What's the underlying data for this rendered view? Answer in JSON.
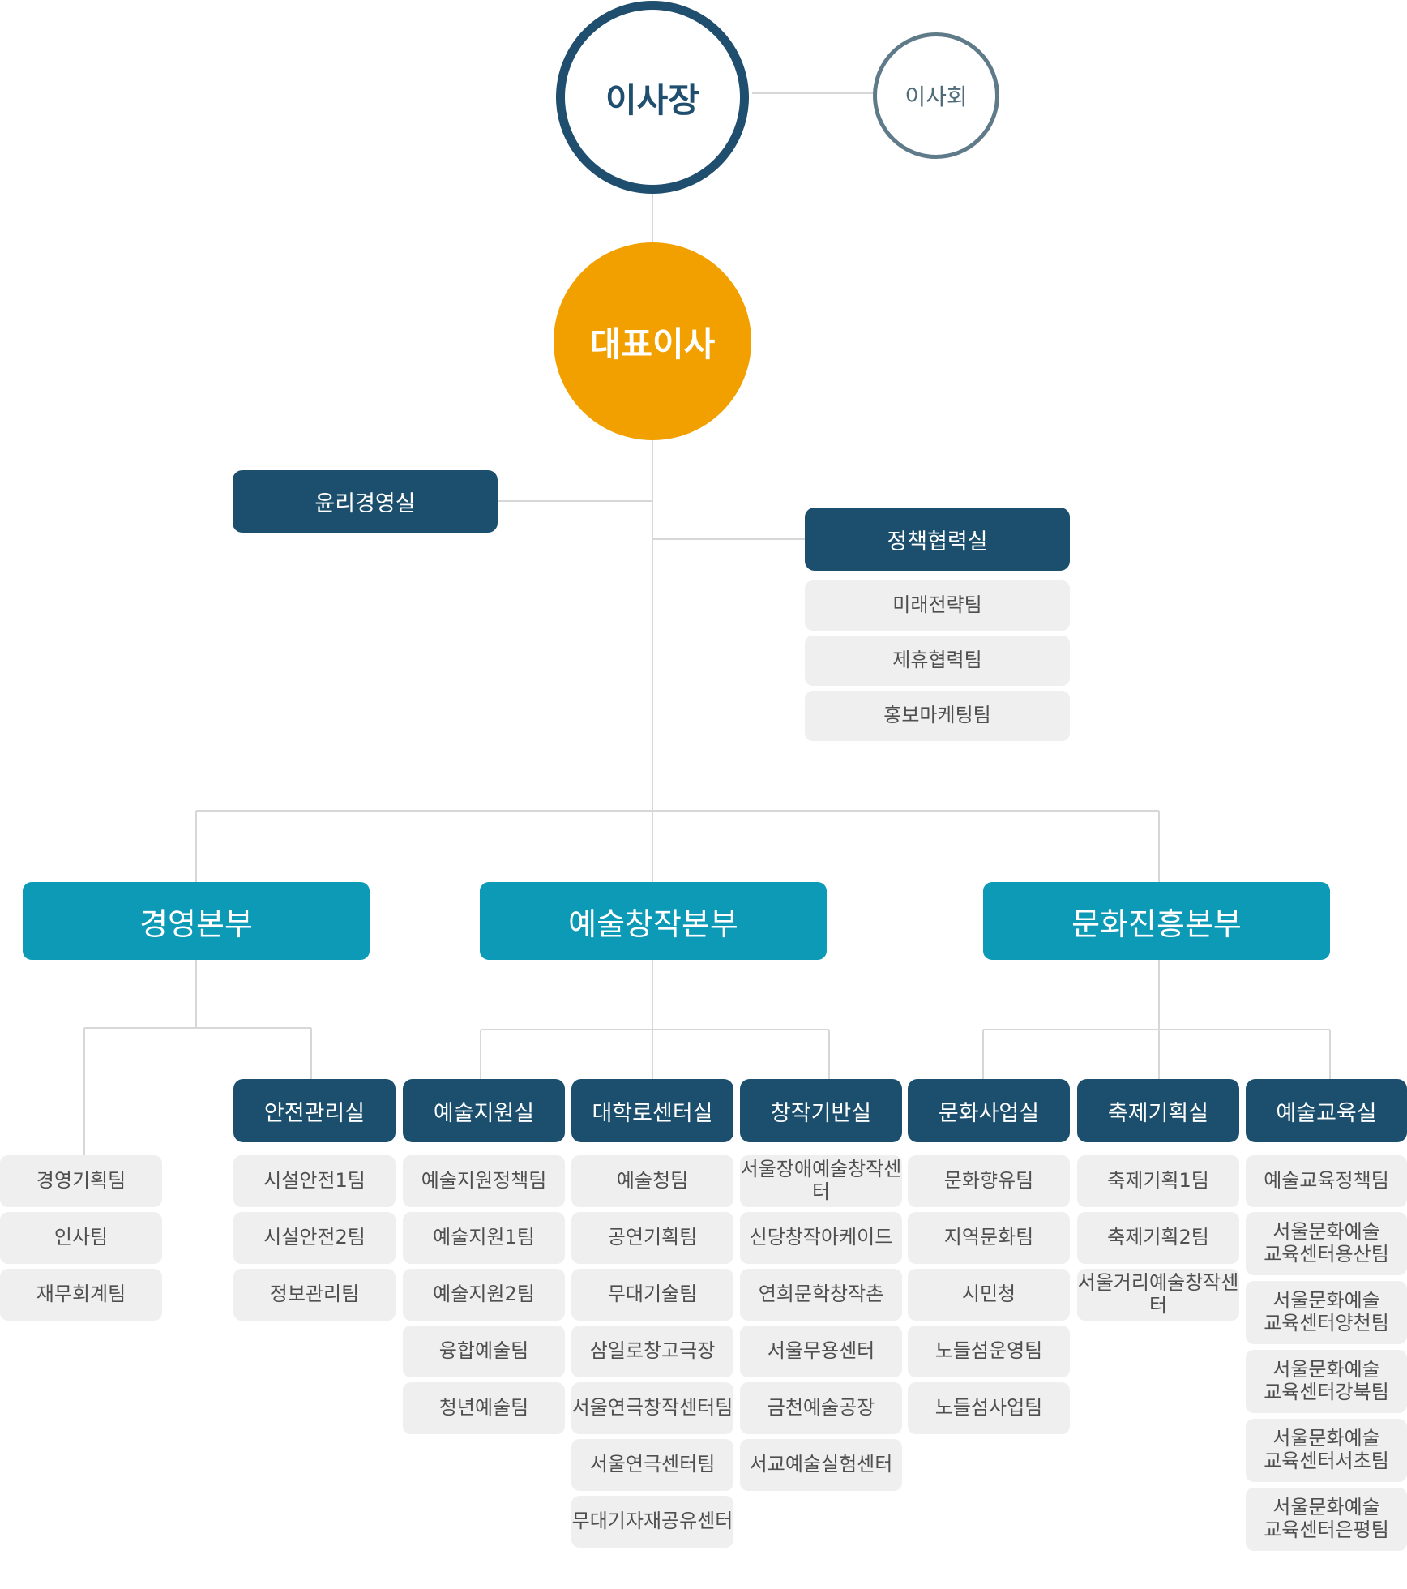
{
  "top": {
    "chair": "이사장",
    "board": "이사회",
    "ceo": "대표이사"
  },
  "ethics_office": "윤리경영실",
  "policy": {
    "office": "정책협력실",
    "teams": [
      "미래전략팀",
      "제휴협력팀",
      "홍보마케팅팀"
    ]
  },
  "divisions": [
    {
      "name": "경영본부",
      "units": [
        {
          "office": "",
          "teams": [
            "경영기획팀",
            "인사팀",
            "재무회계팀"
          ]
        },
        {
          "office": "안전관리실",
          "teams": [
            "시설안전1팀",
            "시설안전2팀",
            "정보관리팀"
          ]
        }
      ]
    },
    {
      "name": "예술창작본부",
      "units": [
        {
          "office": "예술지원실",
          "teams": [
            "예술지원정책팀",
            "예술지원1팀",
            "예술지원2팀",
            "융합예술팀",
            "청년예술팀"
          ]
        },
        {
          "office": "대학로센터실",
          "teams": [
            "예술청팀",
            "공연기획팀",
            "무대기술팀",
            "삼일로창고극장",
            "서울연극창작센터팀",
            "서울연극센터팀",
            "무대기자재공유센터"
          ]
        },
        {
          "office": "창작기반실",
          "teams": [
            "서울장애예술창작센터",
            "신당창작아케이드",
            "연희문학창작촌",
            "서울무용센터",
            "금천예술공장",
            "서교예술실험센터"
          ]
        }
      ]
    },
    {
      "name": "문화진흥본부",
      "units": [
        {
          "office": "문화사업실",
          "teams": [
            "문화향유팀",
            "지역문화팀",
            "시민청",
            "노들섬운영팀",
            "노들섬사업팀"
          ]
        },
        {
          "office": "축제기획실",
          "teams": [
            "축제기획1팀",
            "축제기획2팀",
            "서울거리예술창작센터"
          ]
        },
        {
          "office": "예술교육실",
          "teams": [
            "예술교육정책팀",
            "서울문화예술\n교육센터용산팀",
            "서울문화예술\n교육센터양천팀",
            "서울문화예술\n교육센터강북팀",
            "서울문화예술\n교육센터서초팀",
            "서울문화예술\n교육센터은평팀"
          ]
        }
      ]
    }
  ],
  "colors": {
    "chair_ring": "#1f4e6e",
    "board_ring": "#5f7a88",
    "ceo_fill": "#f2a000",
    "office_fill": "#1b4f6d",
    "division_fill": "#0d9ab6",
    "team_fill": "#efefef",
    "connector": "#d7d7d7"
  }
}
